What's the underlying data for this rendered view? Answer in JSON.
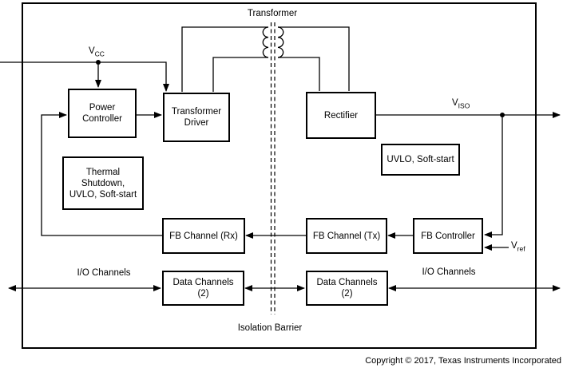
{
  "colors": {
    "ink": "#000000",
    "background": "#ffffff"
  },
  "labels": {
    "transformer": "Transformer",
    "isolation_barrier": "Isolation Barrier",
    "io_channels_left": "I/O Channels",
    "io_channels_right": "I/O Channels"
  },
  "signals": {
    "vcc": {
      "base": "V",
      "sub": "CC"
    },
    "viso": {
      "base": "V",
      "sub": "ISO"
    },
    "vref": {
      "base": "V",
      "sub": "ref"
    }
  },
  "blocks": {
    "power_controller": {
      "lines": [
        "Power",
        "Controller"
      ]
    },
    "transformer_driver": {
      "lines": [
        "Transformer",
        "Driver"
      ]
    },
    "rectifier": {
      "lines": [
        "Rectifier"
      ]
    },
    "thermal_shutdown": {
      "lines": [
        "Thermal",
        "Shutdown,",
        "UVLO, Soft-start"
      ]
    },
    "uvlo_soft_start": {
      "lines": [
        "UVLO, Soft-start"
      ]
    },
    "fb_channel_rx": {
      "lines": [
        "FB Channel (Rx)"
      ]
    },
    "fb_channel_tx": {
      "lines": [
        "FB Channel (Tx)"
      ]
    },
    "fb_controller": {
      "lines": [
        "FB Controller"
      ]
    },
    "data_channels_left": {
      "lines": [
        "Data Channels",
        "(2)"
      ]
    },
    "data_channels_right": {
      "lines": [
        "Data Channels",
        "(2)"
      ]
    }
  },
  "footer": {
    "copyright": "Copyright © 2017, Texas Instruments Incorporated"
  }
}
